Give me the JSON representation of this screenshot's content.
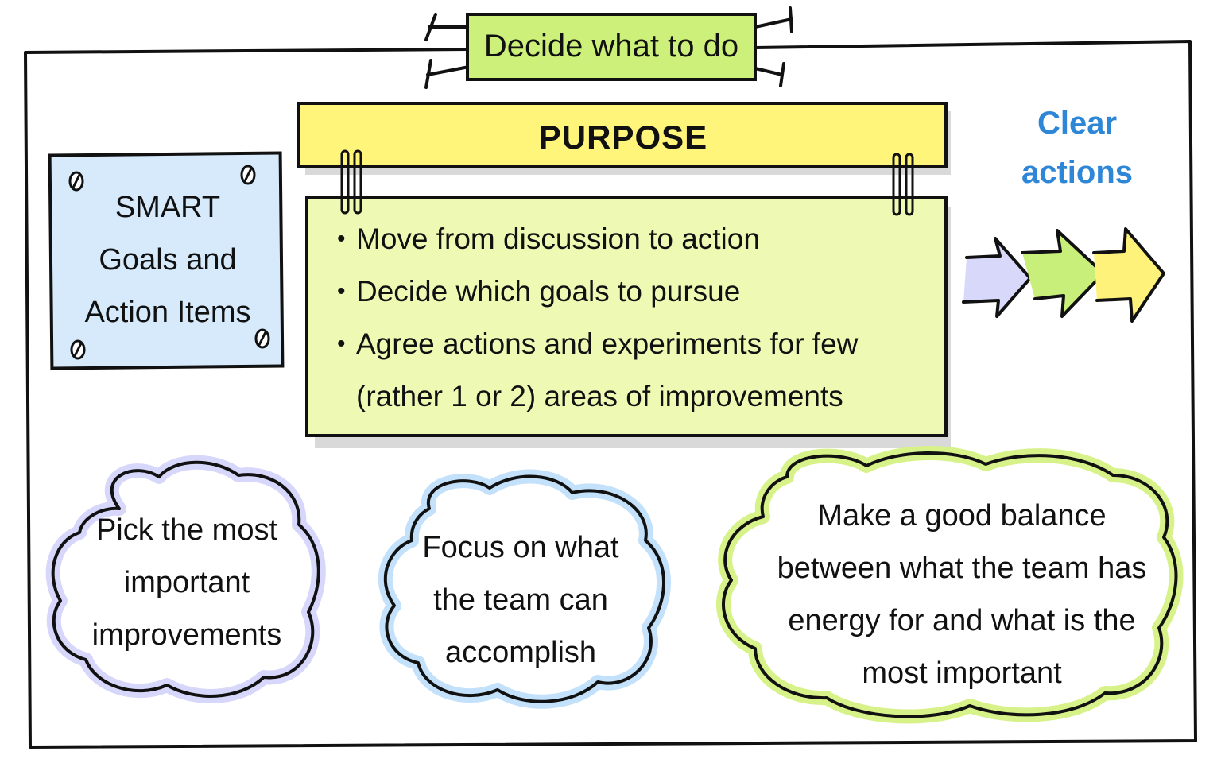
{
  "title": "Decide what to do",
  "purpose": {
    "heading": "PURPOSE",
    "bullets": [
      "Move from discussion to action",
      "Decide which goals to pursue",
      "Agree actions and experiments for few (rather 1 or 2) areas of improvements"
    ]
  },
  "smart_note": {
    "lines": [
      "SMART",
      "Goals and",
      "Action Items"
    ]
  },
  "clear_actions": {
    "lines": [
      "Clear",
      "actions"
    ]
  },
  "clouds": [
    {
      "lines": [
        "Pick the most",
        "important",
        "improvements"
      ]
    },
    {
      "lines": [
        "Focus on what",
        "the team can",
        "accomplish"
      ]
    },
    {
      "lines": [
        "Make a good balance",
        "between what the team has",
        "energy for and what is the",
        "most important"
      ]
    }
  ],
  "colors": {
    "title_fill": "#cdf07a",
    "purpose_fill": "#fff57a",
    "bullets_fill": "#eef9b4",
    "smart_fill": "#d6eafc",
    "clear_text": "#2e86d6",
    "arrow_1": "#d8d8fa",
    "arrow_2": "#c8ef7a",
    "arrow_3": "#fff27a",
    "cloud_1": "#d7d6fb",
    "cloud_2": "#c3e1fb",
    "cloud_3": "#d8f28a"
  },
  "icons": [
    "pin-icon",
    "clip-icon",
    "arrow-icon"
  ]
}
